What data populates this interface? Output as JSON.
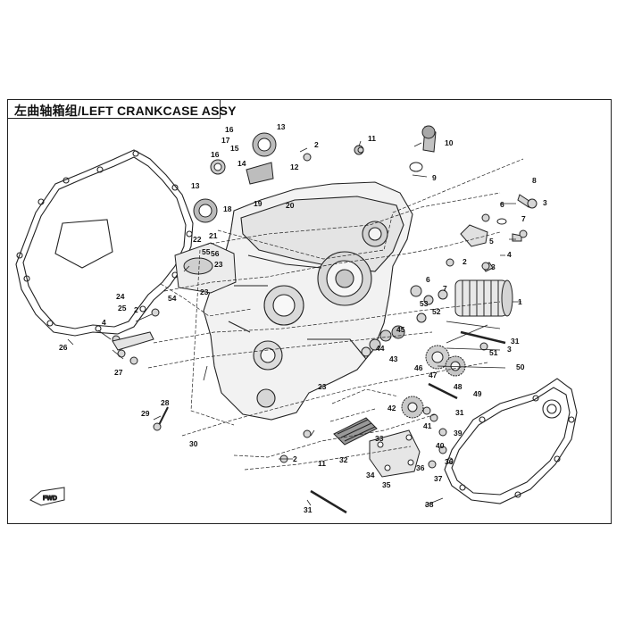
{
  "title": "左曲轴箱组/LEFT CRANKCASE ASSY",
  "fwd_label": "FWD",
  "callouts": [
    "1",
    "2",
    "2",
    "2",
    "2",
    "3",
    "3",
    "3",
    "4",
    "4",
    "5",
    "6",
    "6",
    "7",
    "7",
    "8",
    "9",
    "10",
    "11",
    "11",
    "12",
    "13",
    "13",
    "14",
    "15",
    "16",
    "16",
    "17",
    "18",
    "19",
    "20",
    "21",
    "22",
    "23",
    "23",
    "23",
    "24",
    "25",
    "26",
    "27",
    "28",
    "29",
    "30",
    "31",
    "31",
    "31",
    "32",
    "33",
    "34",
    "35",
    "36",
    "36",
    "37",
    "38",
    "39",
    "40",
    "41",
    "42",
    "43",
    "44",
    "45",
    "46",
    "47",
    "48",
    "49",
    "50",
    "51",
    "52",
    "53",
    "54",
    "55",
    "56"
  ],
  "colors": {
    "line": "#222222",
    "part_fill": "#e6e6e6",
    "part_dark": "#9a9a9a",
    "background": "#ffffff"
  }
}
